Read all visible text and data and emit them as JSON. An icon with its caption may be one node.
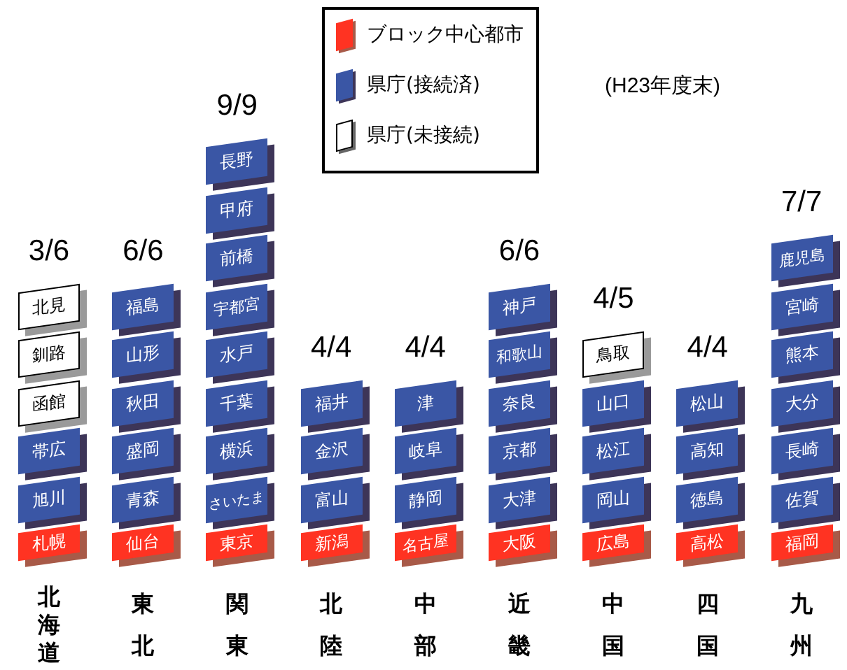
{
  "diagram": {
    "nodes": [
      {
        "text": [
          "北見"
        ]
      },
      {
        "text": [
          "釧路"
        ]
      },
      {
        "text": [
          "函館"
        ]
      },
      {
        "text": [
          "帯広"
        ]
      },
      {
        "text": [
          "旭川"
        ]
      },
      {
        "text": [
          "札幌"
        ]
      },
      {
        "text": [
          "福島"
        ]
      },
      {
        "text": [
          "山形"
        ]
      },
      {
        "text": [
          "秋田"
        ]
      },
      {
        "text": [
          "盛岡"
        ]
      },
      {
        "text": [
          "青森"
        ]
      },
      {
        "text": [
          "仙台"
        ]
      },
      {
        "text": [
          "長野"
        ]
      },
      {
        "text": [
          "甲府"
        ]
      },
      {
        "text": [
          "前橋"
        ]
      },
      {
        "text": [
          "宇都宮"
        ]
      },
      {
        "text": [
          "水戸"
        ]
      },
      {
        "text": [
          "千葉"
        ]
      },
      {
        "text": [
          "横浜"
        ]
      },
      {
        "text": [
          "さいたま"
        ]
      },
      {
        "text": [
          "東京"
        ]
      },
      {
        "text": [
          "福井"
        ]
      },
      {
        "text": [
          "金沢"
        ]
      },
      {
        "text": [
          "富山"
        ]
      },
      {
        "text": [
          "新潟"
        ]
      },
      {
        "text": [
          "津"
        ]
      },
      {
        "text": [
          "岐阜"
        ]
      },
      {
        "text": [
          "静岡"
        ]
      },
      {
        "text": [
          "名古屋"
        ]
      },
      {
        "text": [
          "神戸"
        ]
      },
      {
        "text": [
          "和歌山"
        ]
      },
      {
        "text": [
          "奈良"
        ]
      },
      {
        "text": [
          "京都"
        ]
      },
      {
        "text": [
          "大津"
        ]
      },
      {
        "text": [
          "大阪"
        ]
      },
      {
        "text": [
          "鳥取"
        ]
      },
      {
        "text": [
          "山口"
        ]
      },
      {
        "text": [
          "松江"
        ]
      },
      {
        "text": [
          "岡山"
        ]
      },
      {
        "text": [
          "広島"
        ]
      },
      {
        "text": [
          "松山"
        ]
      },
      {
        "text": [
          "高知"
        ]
      },
      {
        "text": [
          "徳島"
        ]
      },
      {
        "text": [
          "高松"
        ]
      },
      {
        "text": [
          "鹿児島"
        ]
      },
      {
        "text": [
          "宮崎"
        ]
      },
      {
        "text": [
          "熊本"
        ]
      },
      {
        "text": [
          "大分"
        ]
      },
      {
        "text": [
          "長崎"
        ]
      },
      {
        "text": [
          "佐賀"
        ]
      },
      {
        "text": [
          "福岡"
        ]
      }
    ],
    "labels": [
      "(H23年度末)",
      "3/6",
      "6/6",
      "9/9",
      "4/4",
      "4/4",
      "6/6",
      "4/5",
      "4/4",
      "7/7",
      "北海道",
      "東北",
      "関東",
      "北陸",
      "中部",
      "近畿",
      "中国",
      "四国",
      "九州"
    ],
    "legend": [
      {
        "text": "ブロック中心都市",
        "color": "#ff3322"
      },
      {
        "text": "県庁(接続済)",
        "color": "#3a56a5"
      },
      {
        "text": "県庁(未接続)",
        "color": "#ffffff"
      }
    ]
  }
}
